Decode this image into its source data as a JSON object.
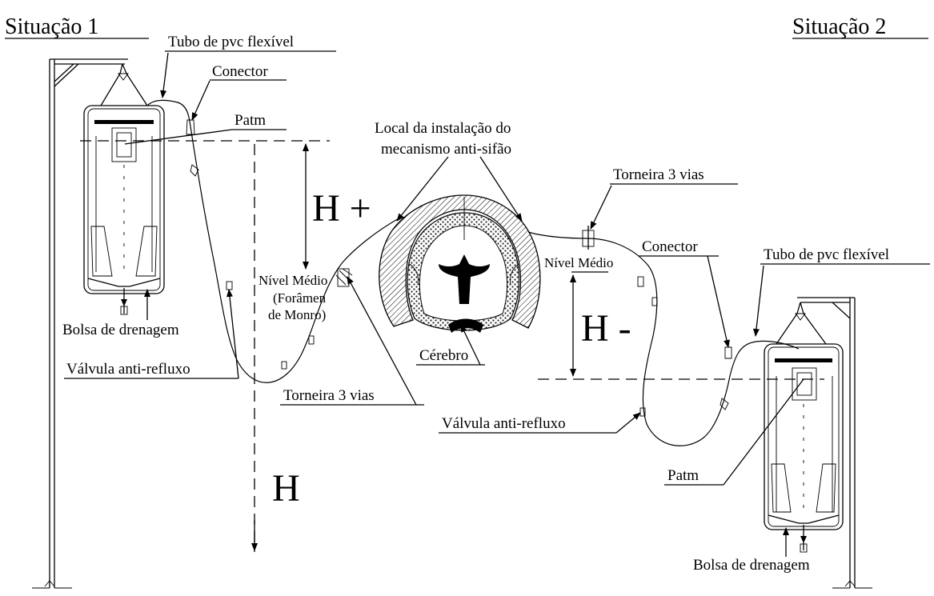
{
  "titles": {
    "left": "Situação 1",
    "right": "Situação 2"
  },
  "labels": {
    "tubo_left": "Tubo de pvc flexível",
    "conector_left": "Conector",
    "patm_left": "Patm",
    "bolsa_left": "Bolsa de drenagem",
    "valvula_left": "Válvula anti-refluxo",
    "hplus": "H +",
    "nivel_left_1": "Nível Médio",
    "nivel_left_2": "(Forâmen",
    "nivel_left_3": "de Monro)",
    "torneira_left": "Torneira 3 vias",
    "h_big": "H",
    "local_1": "Local da instalação do",
    "local_2": "mecanismo anti-sifão",
    "cerebro": "Cérebro",
    "torneira_right": "Torneira 3 vias",
    "nivel_right": "Nível Médio",
    "hminus": "H -",
    "conector_right": "Conector",
    "tubo_right": "Tubo de pvc flexível",
    "valvula_right": "Válvula anti-refluxo",
    "patm_right": "Patm",
    "bolsa_right": "Bolsa de drenagem"
  },
  "colors": {
    "ink": "#000000",
    "background": "#ffffff",
    "tissue": "#d9d9d9"
  }
}
